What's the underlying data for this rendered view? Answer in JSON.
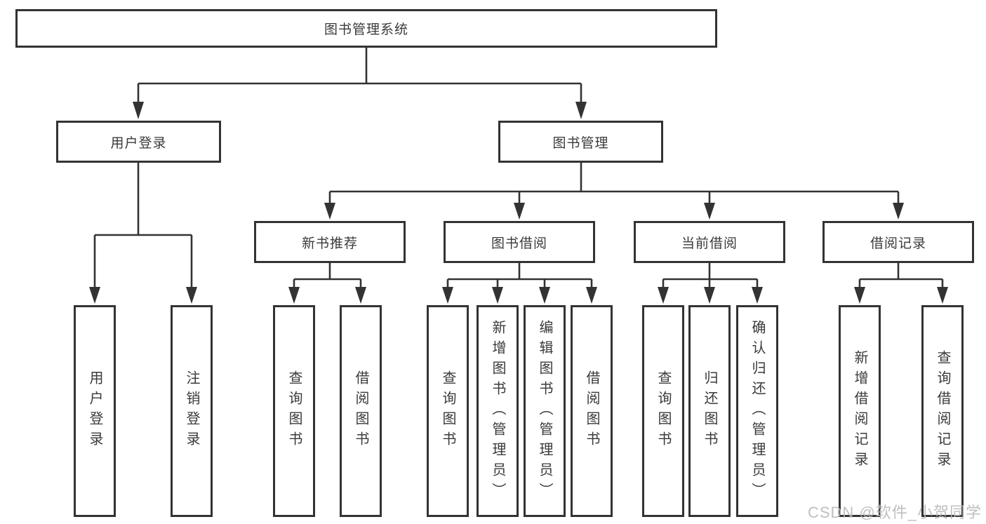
{
  "diagram_type": "hierarchy-tree",
  "colors": {
    "line": "#333333",
    "box_border": "#333333",
    "box_background": "#ffffff",
    "text": "#3a3a3a",
    "watermark_text": "#b9b9b9"
  },
  "tree": {
    "label": "图书管理系统",
    "children": [
      {
        "label": "用户登录",
        "children": [
          {
            "label": "用户登录"
          },
          {
            "label": "注销登录"
          }
        ]
      },
      {
        "label": "图书管理",
        "children": [
          {
            "label": "新书推荐",
            "children": [
              {
                "label": "查询图书"
              },
              {
                "label": "借阅图书"
              }
            ]
          },
          {
            "label": "图书借阅",
            "children": [
              {
                "label": "查询图书"
              },
              {
                "label": "新增图书（管理员）"
              },
              {
                "label": "编辑图书（管理员）"
              },
              {
                "label": "借阅图书"
              }
            ]
          },
          {
            "label": "当前借阅",
            "children": [
              {
                "label": "查询图书"
              },
              {
                "label": "归还图书"
              },
              {
                "label": "确认归还（管理员）"
              }
            ]
          },
          {
            "label": "借阅记录",
            "children": [
              {
                "label": "新增借阅记录"
              },
              {
                "label": "查询借阅记录"
              }
            ]
          }
        ]
      }
    ]
  },
  "watermark": {
    "text": "CSDN @软件_小贺同学"
  }
}
